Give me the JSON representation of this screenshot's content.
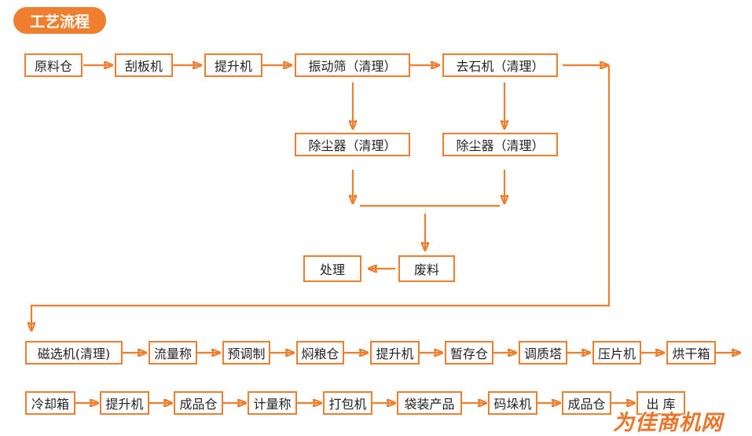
{
  "title": "工艺流程",
  "nodes": {
    "raw_silo": "原料仓",
    "scraper": "刮板机",
    "elevator_1": "提升机",
    "vibrating_screen": "振动筛（清理）",
    "destoner": "去石机（清理）",
    "dust_collector_1": "除尘器（清理）",
    "dust_collector_2": "除尘器（清理）",
    "waste": "废料",
    "disposal": "处理",
    "magnetic_separator": "磁选机(清理)",
    "flow_scale": "流量称",
    "pre_conditioning": "预调制",
    "grain_steaming_bin": "焖粮仓",
    "elevator_2": "提升机",
    "temp_bin": "暂存仓",
    "conditioning_tower": "调质塔",
    "flaker": "压片机",
    "dryer": "烘干箱",
    "cooler": "冷却箱",
    "elevator_3": "提升机",
    "product_bin_1": "成品仓",
    "metering_scale": "计量称",
    "packing_machine": "打包机",
    "bagged_product": "袋装产品",
    "palletizer": "码垛机",
    "product_bin_2": "成品仓",
    "outbound": "出 库"
  },
  "watermark": "为佳商机网",
  "colors": {
    "accent": "#ef7e2e"
  }
}
